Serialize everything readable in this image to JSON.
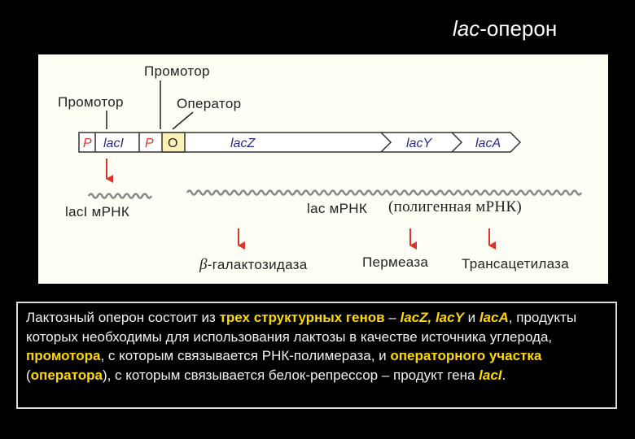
{
  "title": {
    "italic": "lac",
    "rest": "-оперон"
  },
  "diagram": {
    "promoter_label_1": "Промотор",
    "promoter_label_2": "Промотор",
    "operator_label": "Оператор",
    "segments": {
      "p1": "P",
      "lacI": "lacI",
      "p2": "P",
      "o": "O",
      "lacZ": "lacZ",
      "lacY": "lacY",
      "lacA": "lacA"
    },
    "laci_mrna": "lacI мРНК",
    "lac_mrna": "lac мРНК",
    "polygenic_note": "(полигенная мРНК)",
    "products": {
      "galactosidase_prefix": "β",
      "galactosidase_rest": "-галактозидаза",
      "permease": "Пермеаза",
      "transacetylase": "Трансацетилаза"
    },
    "colors": {
      "panel_bg": "#fffef4",
      "arrow": "#d9352b",
      "promoter_text": "#d9352b",
      "operator_fill": "#fdf2b5",
      "gene_text": "#2a2a8a"
    }
  },
  "caption": {
    "t1": "Лактозный оперон состоит из ",
    "h1": "трех структурных генов",
    "t2": " – ",
    "h2": "lacZ, lacY",
    "t3": " и ",
    "h3": "lacA",
    "t4": ", продукты которых необходимы для использования лактозы в качестве источника углерода, ",
    "h4": "промотора",
    "t5": ", с которым связывается РНК-полимераза, и ",
    "h5": "операторного участка",
    "t6": " (",
    "h6": "оператора",
    "t7": "), с которым связывается белок-репрессор – продукт гена ",
    "h7": "lacI",
    "t8": "."
  }
}
